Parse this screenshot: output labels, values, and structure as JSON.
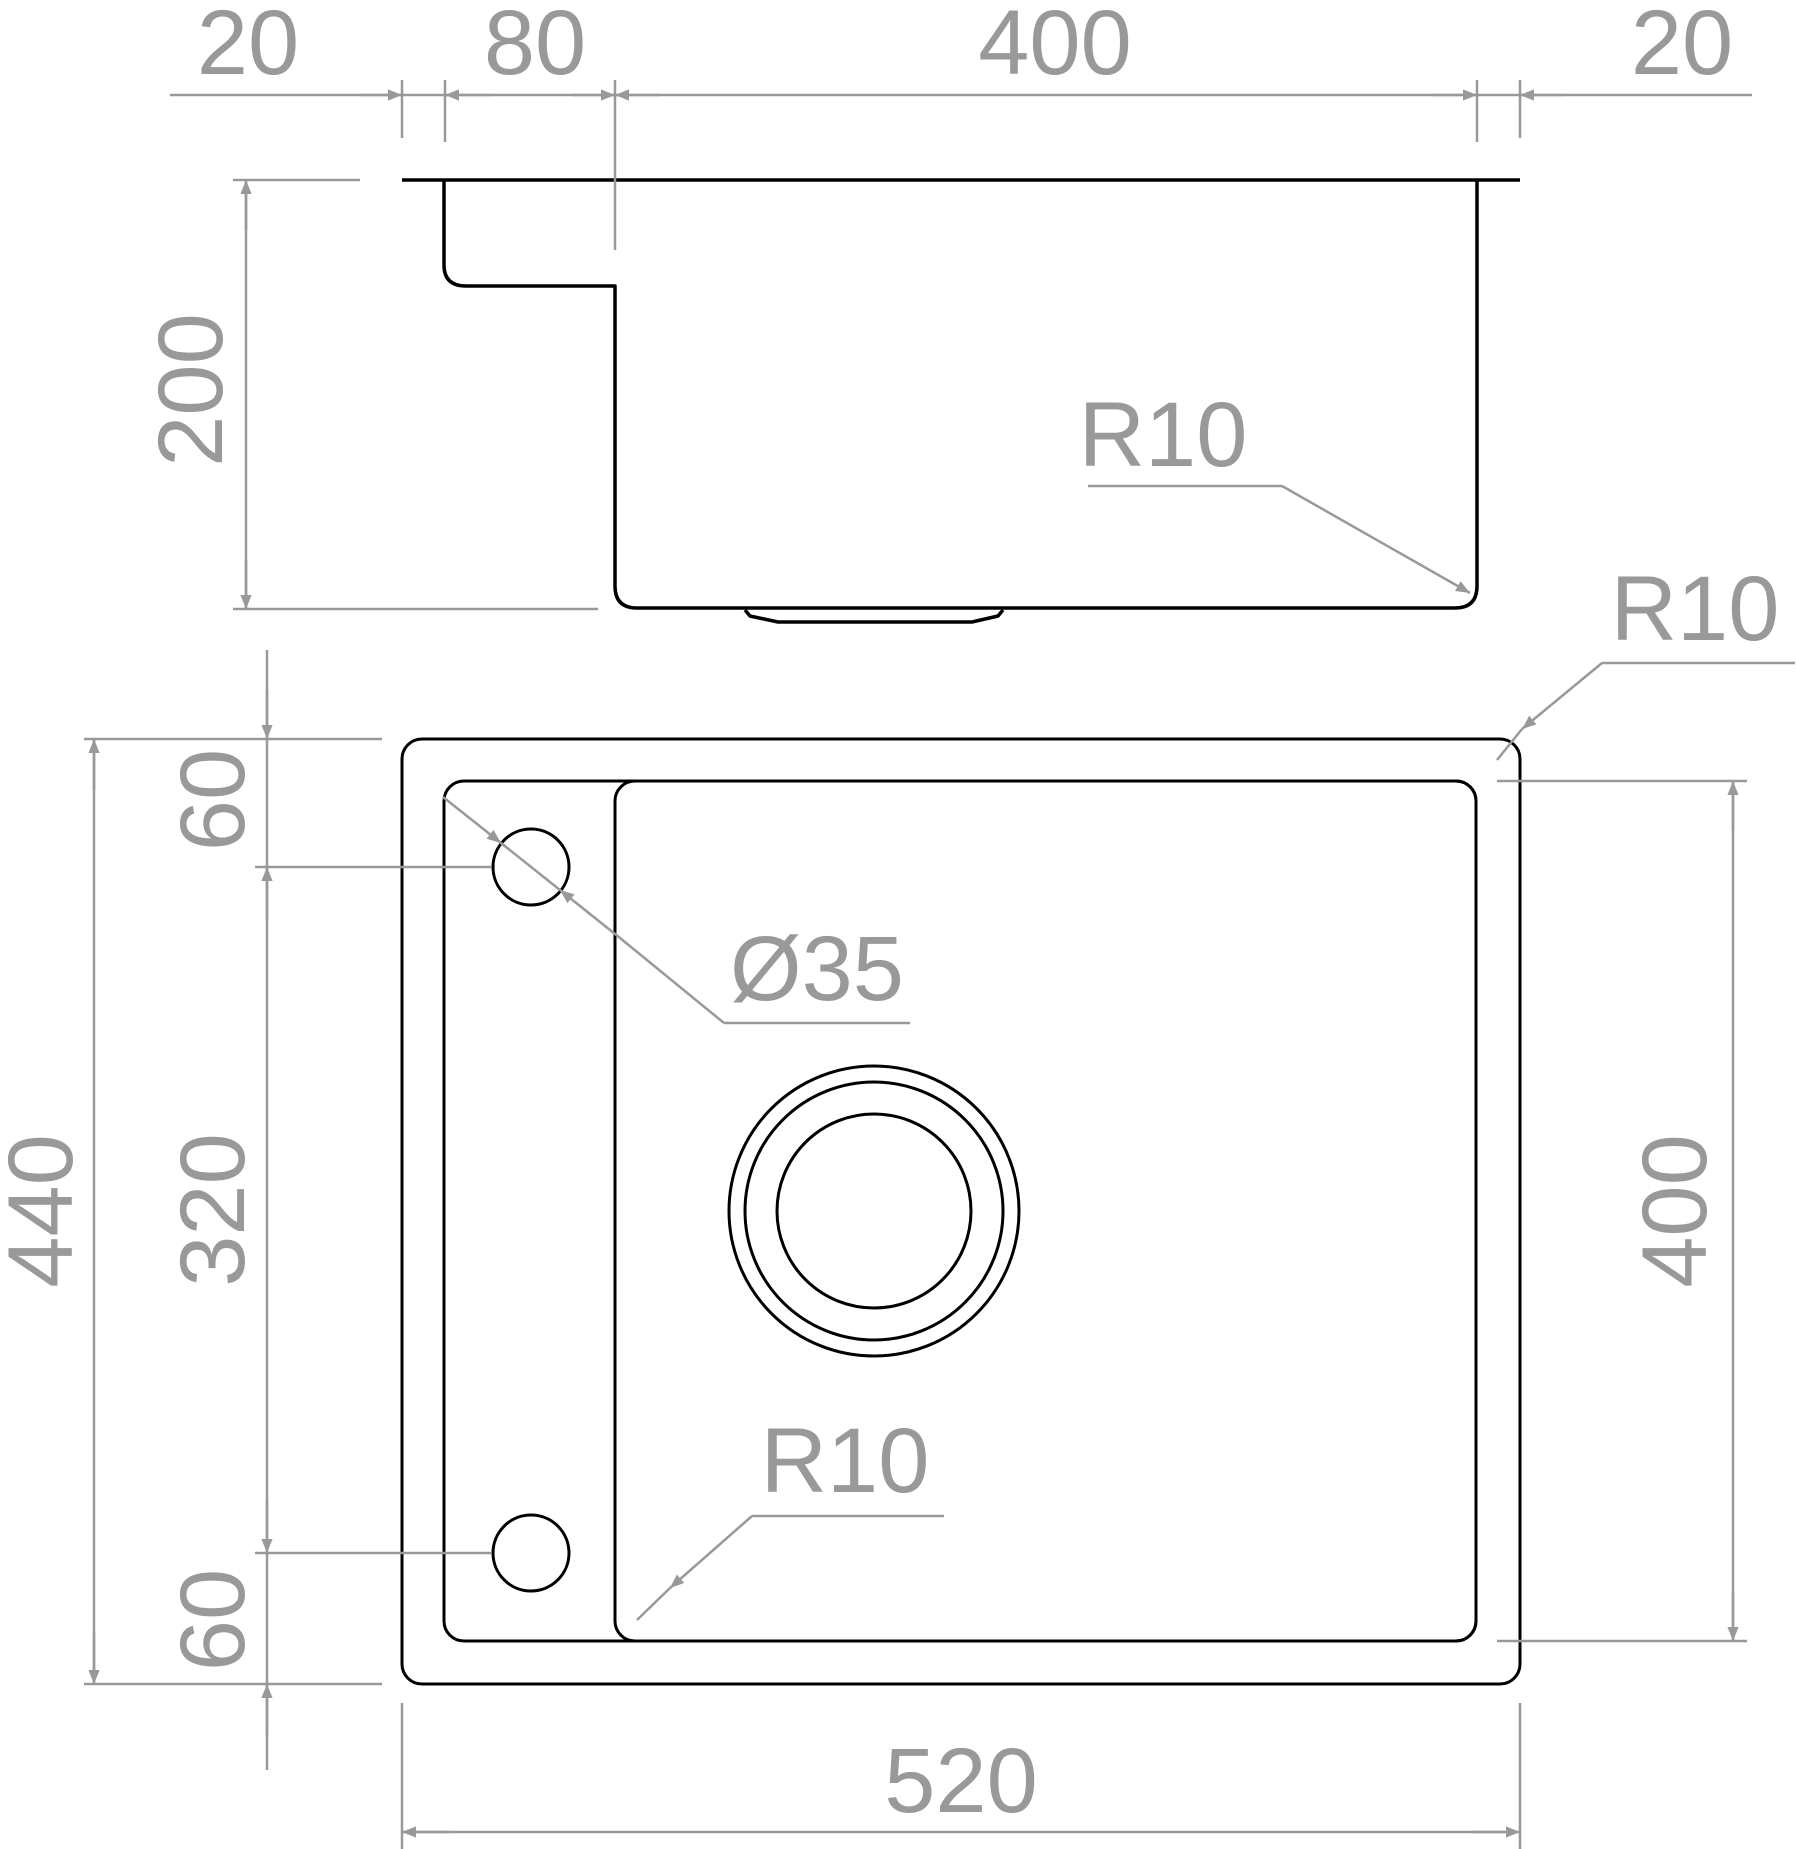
{
  "colors": {
    "outline": "#000000",
    "dimension": "#999999",
    "background": "#ffffff"
  },
  "top_view": {
    "widths": {
      "overhang_left": "20",
      "ledge": "80",
      "bowl": "400",
      "overhang_right": "20"
    },
    "depth": "200",
    "corner_radius": "R10"
  },
  "plan_view": {
    "corner_radius_outer": "R10",
    "tap_hole_diameter": "Ø35",
    "height_segments": {
      "top": "60",
      "middle": "320",
      "bottom": "60"
    },
    "total_height": "440",
    "bowl_height": "400",
    "inner_corner_radius": "R10",
    "total_width": "520"
  }
}
